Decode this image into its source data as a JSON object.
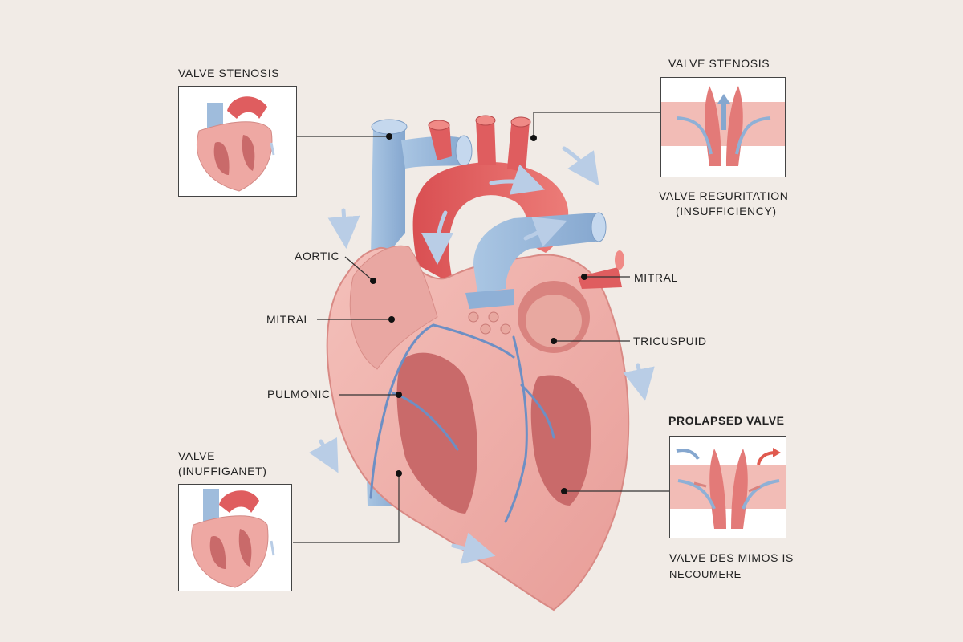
{
  "labels": {
    "top_left_title": "VALVE STENOSIS",
    "top_right_title": "VALVE STENOSIS",
    "top_right_caption_1": "VALVE REGURITATION",
    "top_right_caption_2": "(INSUFFICIENCY)",
    "bottom_left_title_1": "VALVE",
    "bottom_left_title_2": "(INUFFIGANET)",
    "bottom_right_title": "PROLAPSED VALVE",
    "bottom_right_caption_1": "VALVE DES MIMOS IS",
    "bottom_right_caption_2": "NECOUMERE",
    "aortic": "AORTIC",
    "mitral_left": "MITRAL",
    "pulmonic": "PULMONIC",
    "mitral_right": "MITRAL",
    "tricuspid": "TRICUSPUID"
  },
  "colors": {
    "background": "#f1ebe6",
    "muscle": "#eea8a3",
    "muscle_dark": "#d9837f",
    "aorta_red": "#df5d5f",
    "vein_blue": "#9fbcdc",
    "arrow_blue": "#b9cde6",
    "arrow_red": "#e05a4f"
  }
}
